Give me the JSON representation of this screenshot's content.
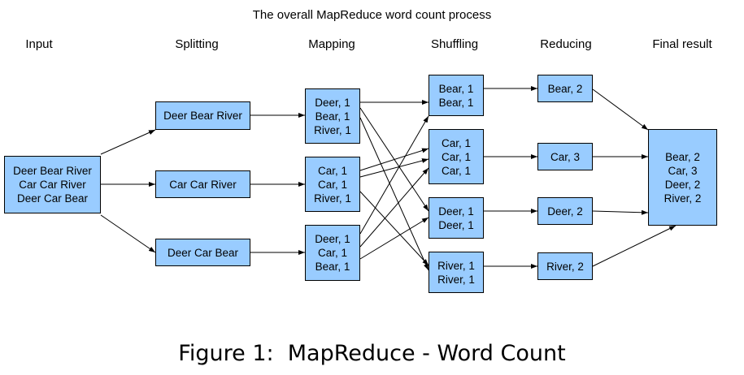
{
  "title": "The overall MapReduce word count process",
  "stages": [
    "Input",
    "Splitting",
    "Mapping",
    "Shuffling",
    "Reducing",
    "Final result"
  ],
  "input": [
    "Deer Bear River",
    "Car Car River",
    "Deer Car Bear"
  ],
  "splits": [
    "Deer Bear River",
    "Car Car River",
    "Deer Car Bear"
  ],
  "mapping": [
    [
      "Deer, 1",
      "Bear, 1",
      "River, 1"
    ],
    [
      "Car, 1",
      "Car, 1",
      "River, 1"
    ],
    [
      "Deer, 1",
      "Car, 1",
      "Bear, 1"
    ]
  ],
  "shuffling": [
    [
      "Bear, 1",
      "Bear, 1"
    ],
    [
      "Car, 1",
      "Car, 1",
      "Car, 1"
    ],
    [
      "Deer, 1",
      "Deer, 1"
    ],
    [
      "River, 1",
      "River, 1"
    ]
  ],
  "reducing": [
    "Bear, 2",
    "Car, 3",
    "Deer, 2",
    "River, 2"
  ],
  "final": [
    "Bear, 2",
    "Car, 3",
    "Deer, 2",
    "River, 2"
  ],
  "caption": "Figure 1:  MapReduce - Word Count",
  "colors": {
    "box_fill": "#99ccff",
    "line": "#000000"
  }
}
